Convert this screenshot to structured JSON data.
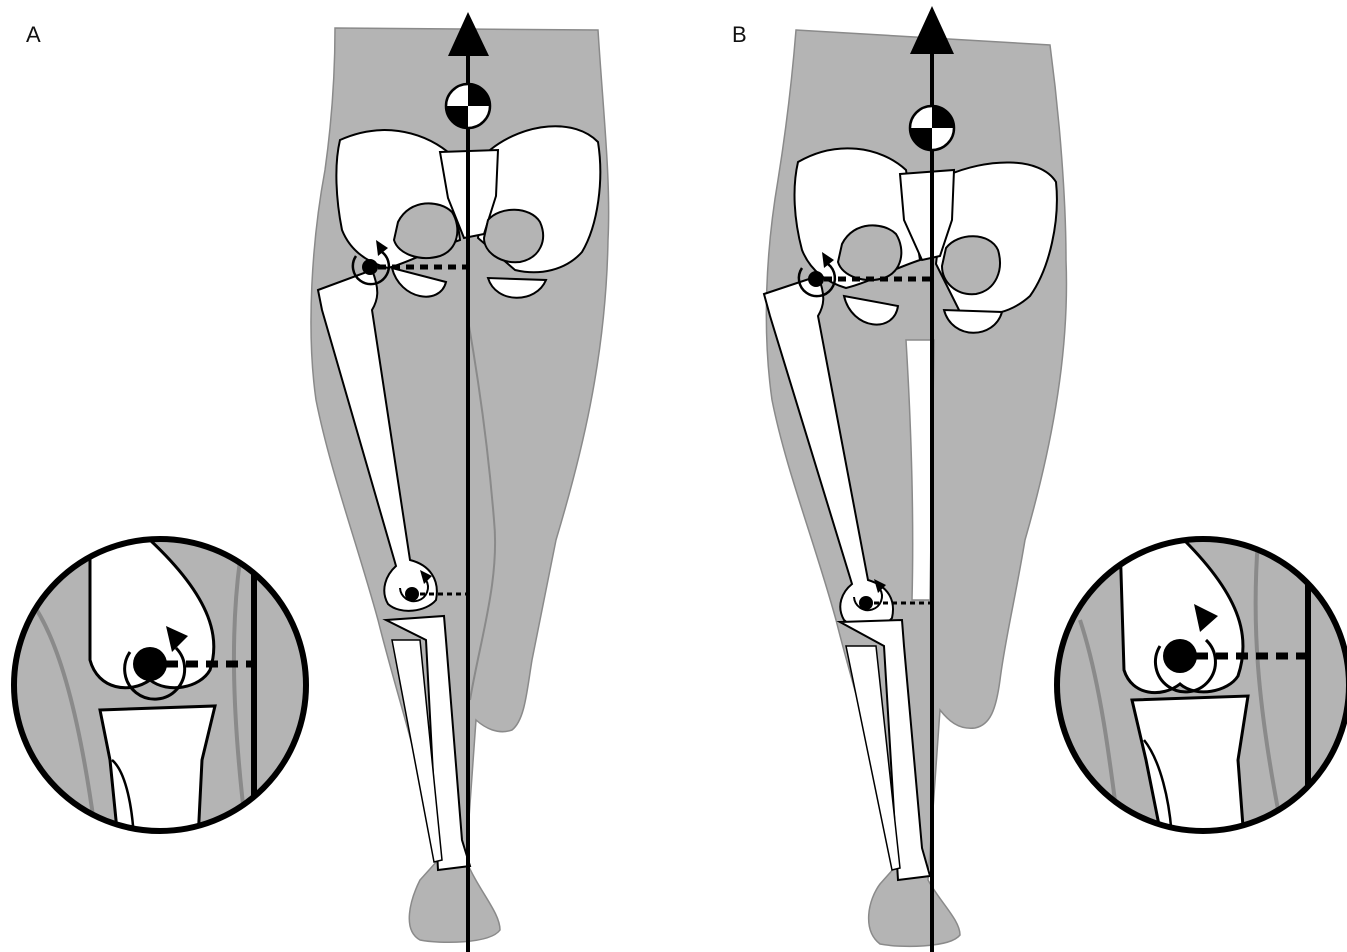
{
  "panels": [
    {
      "id": "A",
      "label": "A"
    },
    {
      "id": "B",
      "label": "B"
    }
  ],
  "colors": {
    "body_fill": "#b4b4b4",
    "body_outline": "#8a8a8a",
    "bone_fill": "#ffffff",
    "line": "#000000",
    "background": "#ffffff"
  },
  "icons": {
    "center_of_mass": "center-of-mass-icon",
    "arrow": "arrow-up-icon",
    "moment": "moment-arrow-icon"
  }
}
